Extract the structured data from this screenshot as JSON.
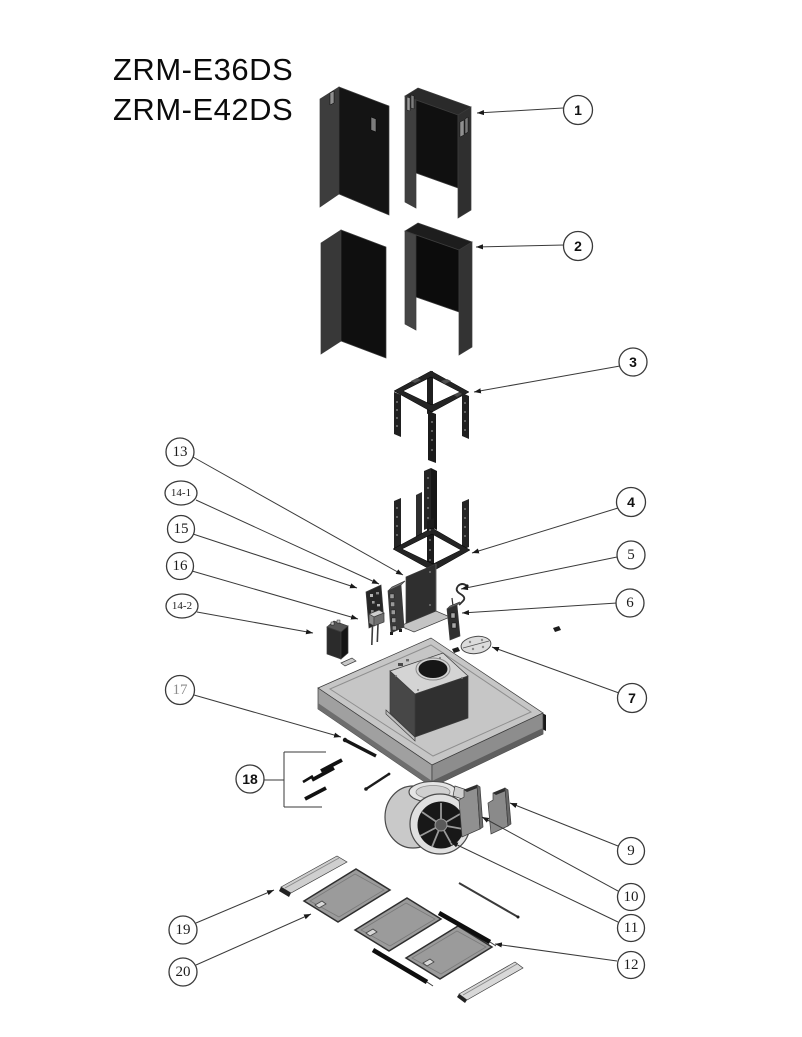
{
  "title": {
    "line1": "ZRM-E36DS",
    "line2": "ZRM-E42DS"
  },
  "diagram": {
    "type": "exploded-parts-diagram",
    "colors": {
      "ink": "#1a1a1a",
      "panel_dark": "#141414",
      "panel_gray": "#c6c6c6",
      "filter_gray": "#9b9b9b"
    },
    "callouts": [
      {
        "label": "1"
      },
      {
        "label": "2"
      },
      {
        "label": "3"
      },
      {
        "label": "4"
      },
      {
        "label": "5"
      },
      {
        "label": "6"
      },
      {
        "label": "7"
      },
      {
        "label": "9"
      },
      {
        "label": "10"
      },
      {
        "label": "11"
      },
      {
        "label": "12"
      },
      {
        "label": "13"
      },
      {
        "label": "14-1"
      },
      {
        "label": "15"
      },
      {
        "label": "16"
      },
      {
        "label": "14-2"
      },
      {
        "label": "17"
      },
      {
        "label": "18"
      },
      {
        "label": "19"
      },
      {
        "label": "20"
      }
    ]
  }
}
